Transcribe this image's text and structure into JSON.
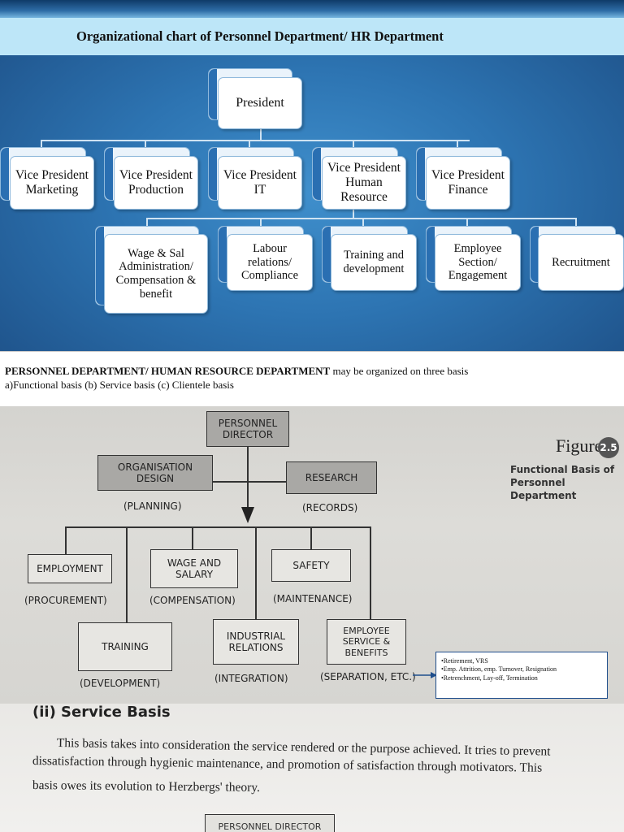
{
  "slide": {
    "title": "Organizational chart of Personnel Department/ HR Department",
    "president": "President",
    "vps": [
      "Vice President Marketing",
      "Vice President Production",
      "Vice President IT",
      "Vice President Human Resource",
      "Vice President Finance"
    ],
    "hr_functions": [
      "Wage & Sal Administration/ Compensation & benefit",
      "Labour relations/ Compliance",
      "Training and development",
      "Employee Section/ Engagement",
      "Recruitment"
    ]
  },
  "strip": {
    "bold": "PERSONNEL DEPARTMENT/ HUMAN RESOURCE DEPARTMENT",
    "rest": " may be organized on three basis",
    "line2": "a)Functional basis (b) Service basis (c) Clientele basis"
  },
  "scan": {
    "director": "PERSONNEL DIRECTOR",
    "org_design": "ORGANISATION DESIGN",
    "planning": "(PLANNING)",
    "research": "RESEARCH",
    "records": "(RECORDS)",
    "employment": "EMPLOYMENT",
    "procurement": "(PROCUREMENT)",
    "wage": "WAGE AND SALARY",
    "compensation": "(COMPENSATION)",
    "safety": "SAFETY",
    "maintenance": "(MAINTENANCE)",
    "training": "TRAINING",
    "development": "(DEVELOPMENT)",
    "industrial": "INDUSTRIAL RELATIONS",
    "integration": "(INTEGRATION)",
    "employee_service": "EMPLOYEE SERVICE & BENEFITS",
    "separation": "(SEPARATION, ETC.)",
    "figure_word": "Figure",
    "figure_num": "2.5",
    "figure_caption": "Functional Basis of Personnel Department",
    "notes": [
      "•Retirement, VRS",
      "•Emp. Attrition, emp. Turnover, Resignation",
      "•Retrenchment, Lay-off, Termination"
    ]
  },
  "bottom": {
    "heading": "(ii) Service Basis",
    "para": [
      "This basis takes into consideration the service rendered or the purpose achieved. It tries to prevent",
      "dissatisfaction through hygienic maintenance, and promotion of satisfaction through motivators. This",
      "basis owes its evolution to Herzbergs' theory."
    ],
    "box": "PERSONNEL DIRECTOR"
  },
  "colors": {
    "slide_blue": "#2d74b2",
    "title_band": "#bde6f8",
    "note_border": "#1f4e8c"
  }
}
